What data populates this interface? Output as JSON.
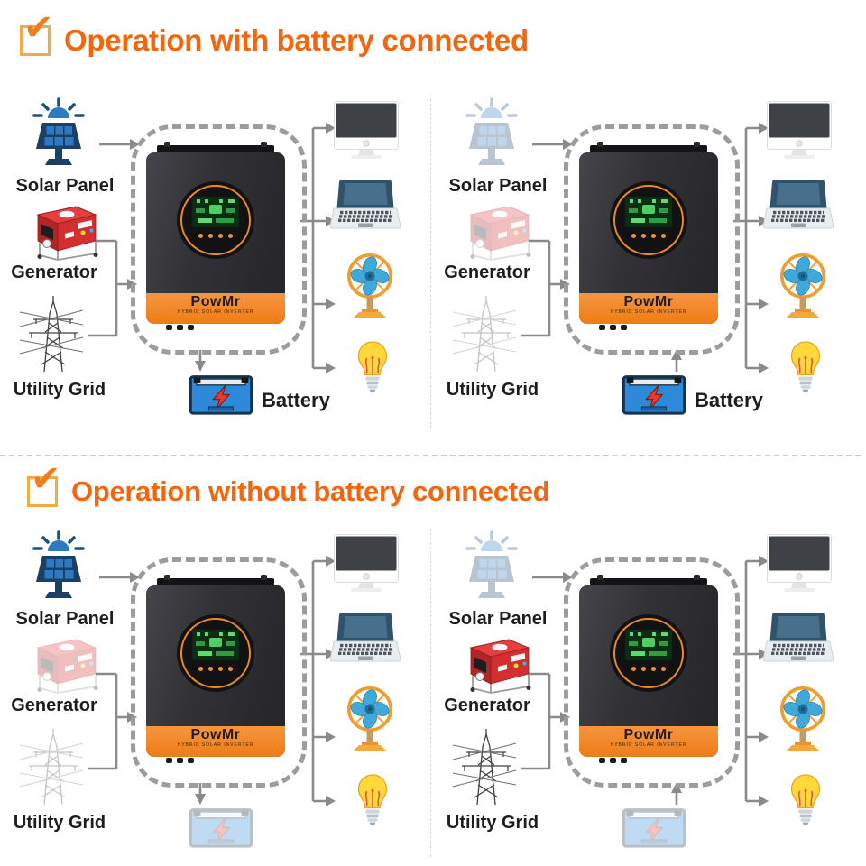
{
  "sections": [
    {
      "title": "Operation with battery connected"
    },
    {
      "title": "Operation without battery connected"
    }
  ],
  "labels": {
    "solar": "Solar Panel",
    "generator": "Generator",
    "grid": "Utility Grid",
    "battery": "Battery"
  },
  "inverter": {
    "brand": "PowMr",
    "tagline": "HYBRID SOLAR INVERTER"
  },
  "icons": {
    "checkmark": "✔",
    "sources": [
      "solar-panel-icon",
      "generator-icon",
      "utility-grid-icon"
    ],
    "loads": [
      "desktop-monitor-icon",
      "laptop-icon",
      "fan-icon",
      "light-bulb-icon"
    ],
    "storage": "battery-icon"
  },
  "colors": {
    "accent_orange": "#f3650f",
    "checkbox_orange": "#f5a947",
    "arrow_gray": "#8a8a8a",
    "inverter_band_orange": "#ee7c18",
    "lcd_ring_orange": "#ef8b1e",
    "lcd_green": "#61d973",
    "solar_blue": "#2d7ac2",
    "solar_navy": "#1c3f66",
    "generator_red": "#d32f2f",
    "grid_sketch_gray": "#414141",
    "battery_blue": "#2e8ad8",
    "bolt_red": "#e23b30",
    "fan_blue": "#3fa9d9",
    "fan_orange": "#f09d30",
    "bulb_yellow": "#ffd83a",
    "divider_gray": "#cdcdcd"
  },
  "diagrams": [
    {
      "section": 0,
      "solar_faded": false,
      "generator_faded": false,
      "grid_faded": false,
      "battery_faded": false,
      "battery_arrow": "down",
      "battery_label": true
    },
    {
      "section": 0,
      "solar_faded": true,
      "generator_faded": true,
      "grid_faded": true,
      "battery_faded": false,
      "battery_arrow": "up",
      "battery_label": true
    },
    {
      "section": 1,
      "solar_faded": false,
      "generator_faded": true,
      "grid_faded": true,
      "battery_faded": true,
      "battery_arrow": "down",
      "battery_label": false
    },
    {
      "section": 1,
      "solar_faded": true,
      "generator_faded": false,
      "grid_faded": false,
      "battery_faded": true,
      "battery_arrow": "up",
      "battery_label": false
    }
  ]
}
